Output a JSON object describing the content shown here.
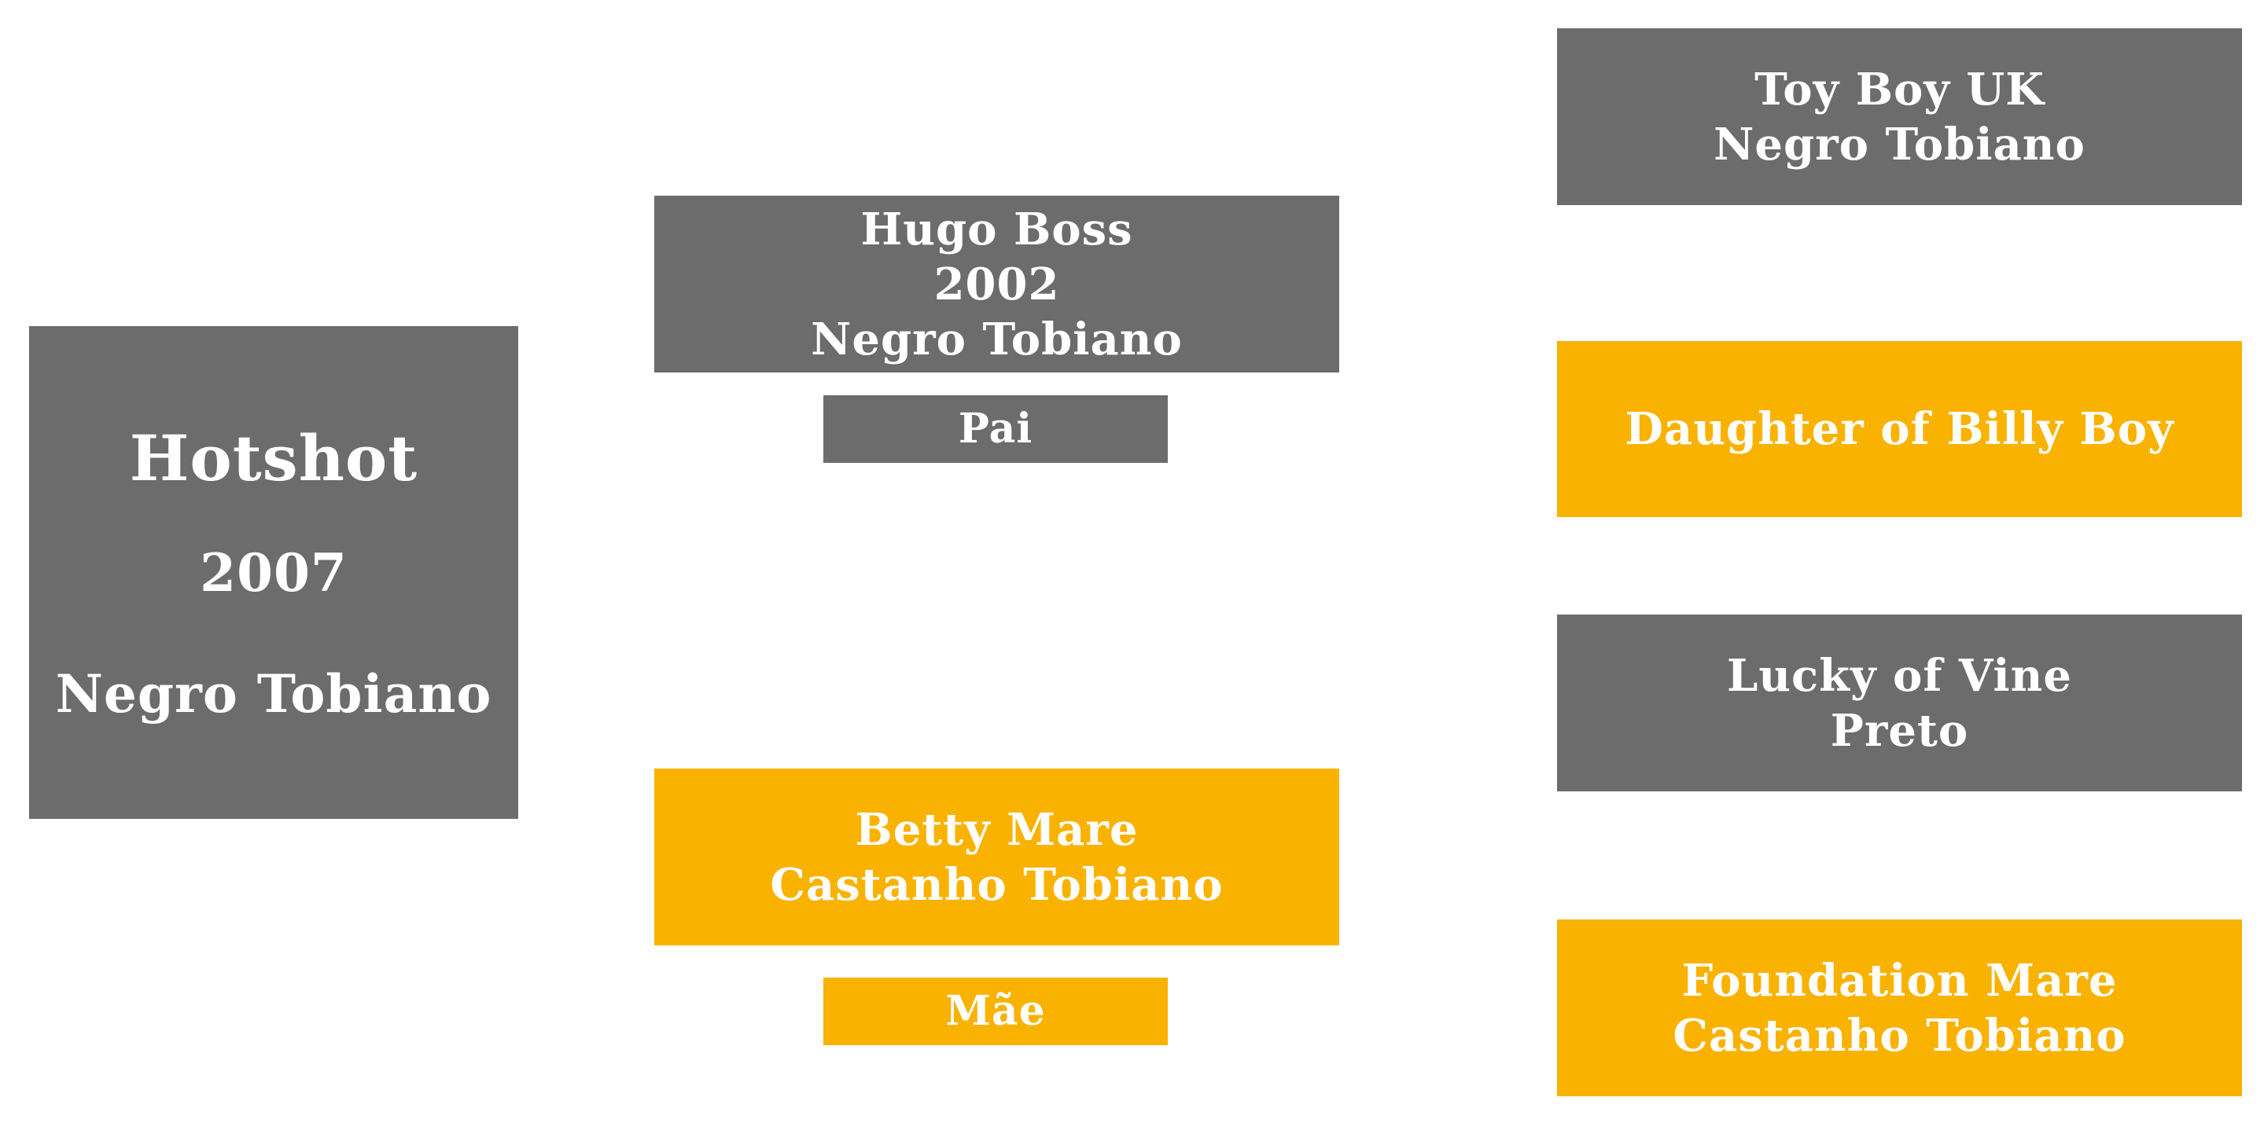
{
  "colors": {
    "male": "#6c6c6c",
    "female": "#fab200",
    "text": "#ffffff"
  },
  "subject": {
    "name": "Hotshot",
    "year": "2007",
    "coat": "Negro Tobiano"
  },
  "sire": {
    "name": "Hugo Boss",
    "year": "2002",
    "coat": "Negro Tobiano",
    "label": "Pai"
  },
  "dam": {
    "name": "Betty Mare",
    "coat": "Castanho Tobiano",
    "label": "Mãe"
  },
  "grandparents": {
    "paternal_grandsire": {
      "name": "Toy Boy UK",
      "coat": "Negro Tobiano"
    },
    "paternal_granddam": {
      "name": "Daughter of Billy Boy"
    },
    "maternal_grandsire": {
      "name": "Lucky of Vine",
      "coat": "Preto"
    },
    "maternal_granddam": {
      "name": "Foundation Mare",
      "coat": "Castanho Tobiano"
    }
  }
}
